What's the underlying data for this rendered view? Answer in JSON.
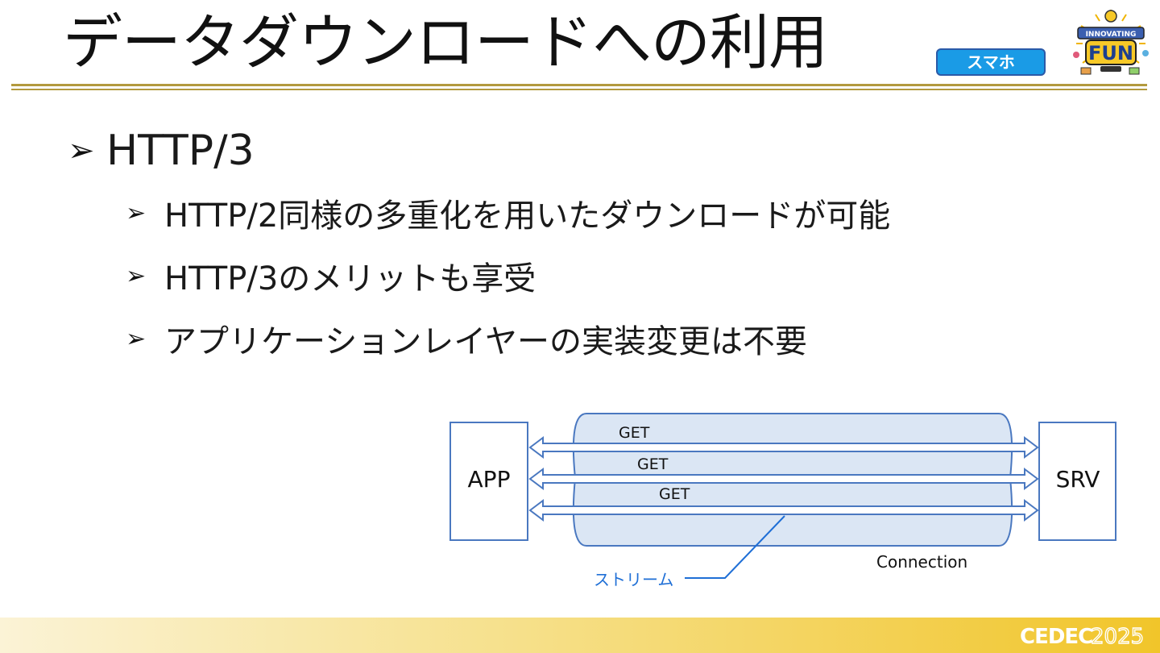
{
  "slide": {
    "title": "データダウンロードへの利用",
    "badge": "スマホ",
    "bullets": [
      {
        "level": 1,
        "text": "HTTP/3"
      },
      {
        "level": 2,
        "text": "HTTP/2同様の多重化を用いたダウンロードが可能"
      },
      {
        "level": 2,
        "text": "HTTP/3のメリットも享受"
      },
      {
        "level": 2,
        "text": "アプリケーションレイヤーの実装変更は不要"
      }
    ]
  },
  "diagram": {
    "app_label": "APP",
    "srv_label": "SRV",
    "streams": [
      "GET",
      "GET",
      "GET"
    ],
    "connection_label": "Connection",
    "stream_callout": "ストリーム"
  },
  "logo": {
    "top": "INNOVATING",
    "main": "FUN"
  },
  "footer": {
    "brand": "CEDEC",
    "year": "2025"
  },
  "colors": {
    "rule": "#b39a3e",
    "badge_bg": "#1a9be6",
    "diagram_blue": "#4a78c0",
    "connection_fill": "#dbe6f4",
    "callout_text": "#1f6fd6"
  }
}
